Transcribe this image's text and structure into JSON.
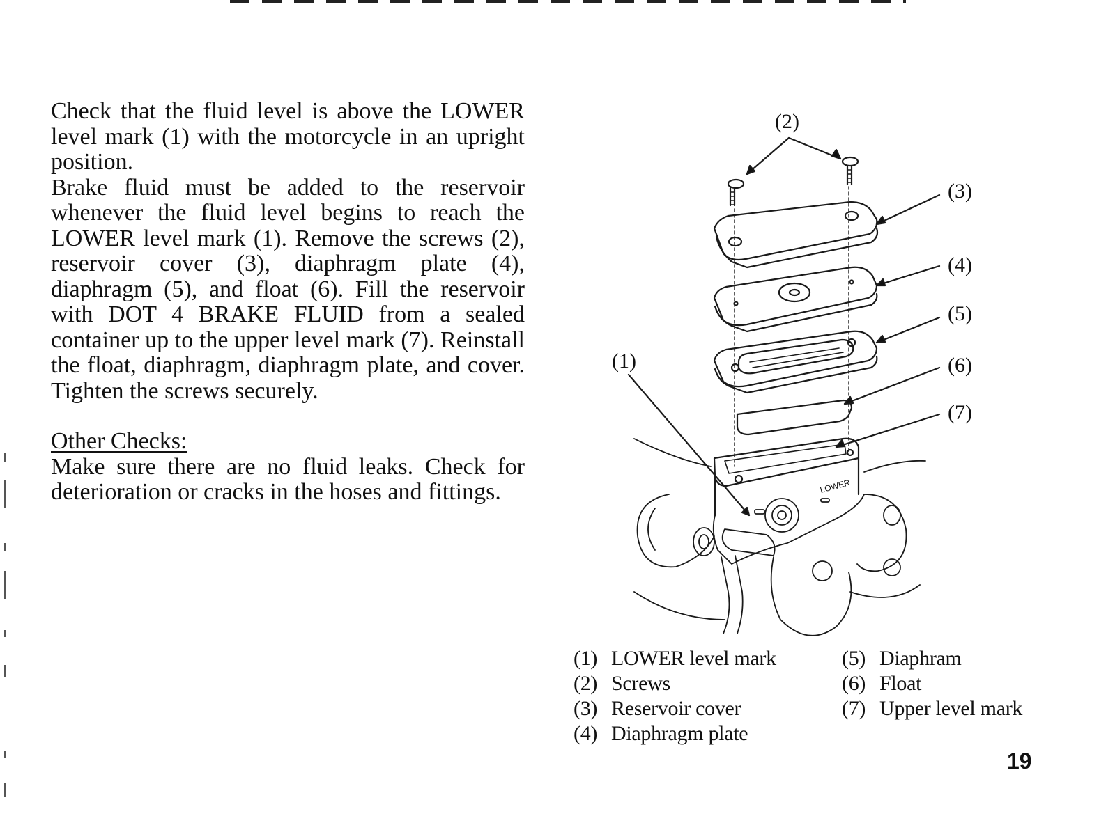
{
  "body": {
    "paragraph1": "Check that the fluid level is above the LOWER level mark (1) with the motorcycle in an upright position.",
    "paragraph2": "Brake fluid must be added to the reservoir whenever the fluid level begins to reach the LOWER level mark (1). Remove the screws (2), reservoir cover (3), diaphragm plate (4), diaphragm (5), and float (6). Fill the reservoir with DOT 4 BRAKE FLUID from a sealed container up to the upper level mark (7). Reinstall the float, diaphragm, diaphragm plate, and cover. Tighten the screws securely.",
    "heading": "Other Checks:",
    "paragraph3": "Make sure there are no fluid leaks. Check for deterioration or cracks in the hoses and fittings."
  },
  "figure": {
    "callouts": {
      "c1": "(1)",
      "c2": "(2)",
      "c3": "(3)",
      "c4": "(4)",
      "c5": "(5)",
      "c6": "(6)",
      "c7": "(7)"
    },
    "reservoir_marking": "LOWER"
  },
  "legend": {
    "left": [
      {
        "num": "(1)",
        "label": "LOWER level mark"
      },
      {
        "num": "(2)",
        "label": "Screws"
      },
      {
        "num": "(3)",
        "label": "Reservoir cover"
      },
      {
        "num": "(4)",
        "label": "Diaphragm plate"
      }
    ],
    "right": [
      {
        "num": "(5)",
        "label": "Diaphram"
      },
      {
        "num": "(6)",
        "label": "Float"
      },
      {
        "num": "(7)",
        "label": "Upper level mark"
      }
    ]
  },
  "page_number": "19"
}
